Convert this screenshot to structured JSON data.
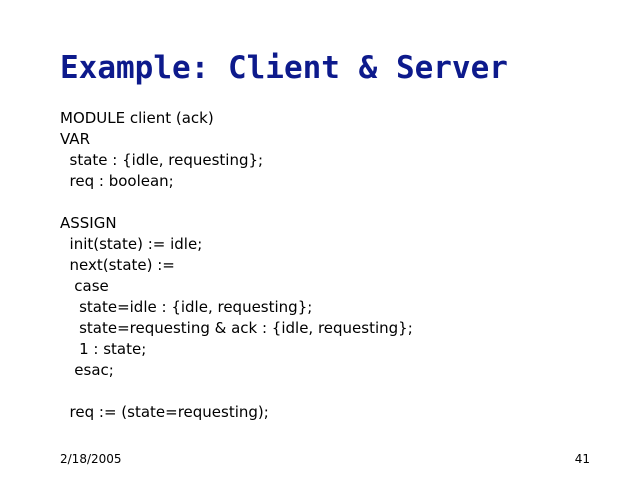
{
  "slide": {
    "title": "Example: Client & Server",
    "title_color": "#0d1a8c",
    "code_lines": [
      "MODULE client (ack)",
      "VAR",
      "  state : {idle, requesting};",
      "  req : boolean;",
      "",
      "ASSIGN",
      "  init(state) := idle;",
      "  next(state) :=",
      "   case",
      "    state=idle : {idle, requesting};",
      "    state=requesting & ack : {idle, requesting};",
      "    1 : state;",
      "   esac;",
      "",
      "  req := (state=requesting);"
    ],
    "footer": {
      "date": "2/18/2005",
      "page_number": "41"
    }
  }
}
